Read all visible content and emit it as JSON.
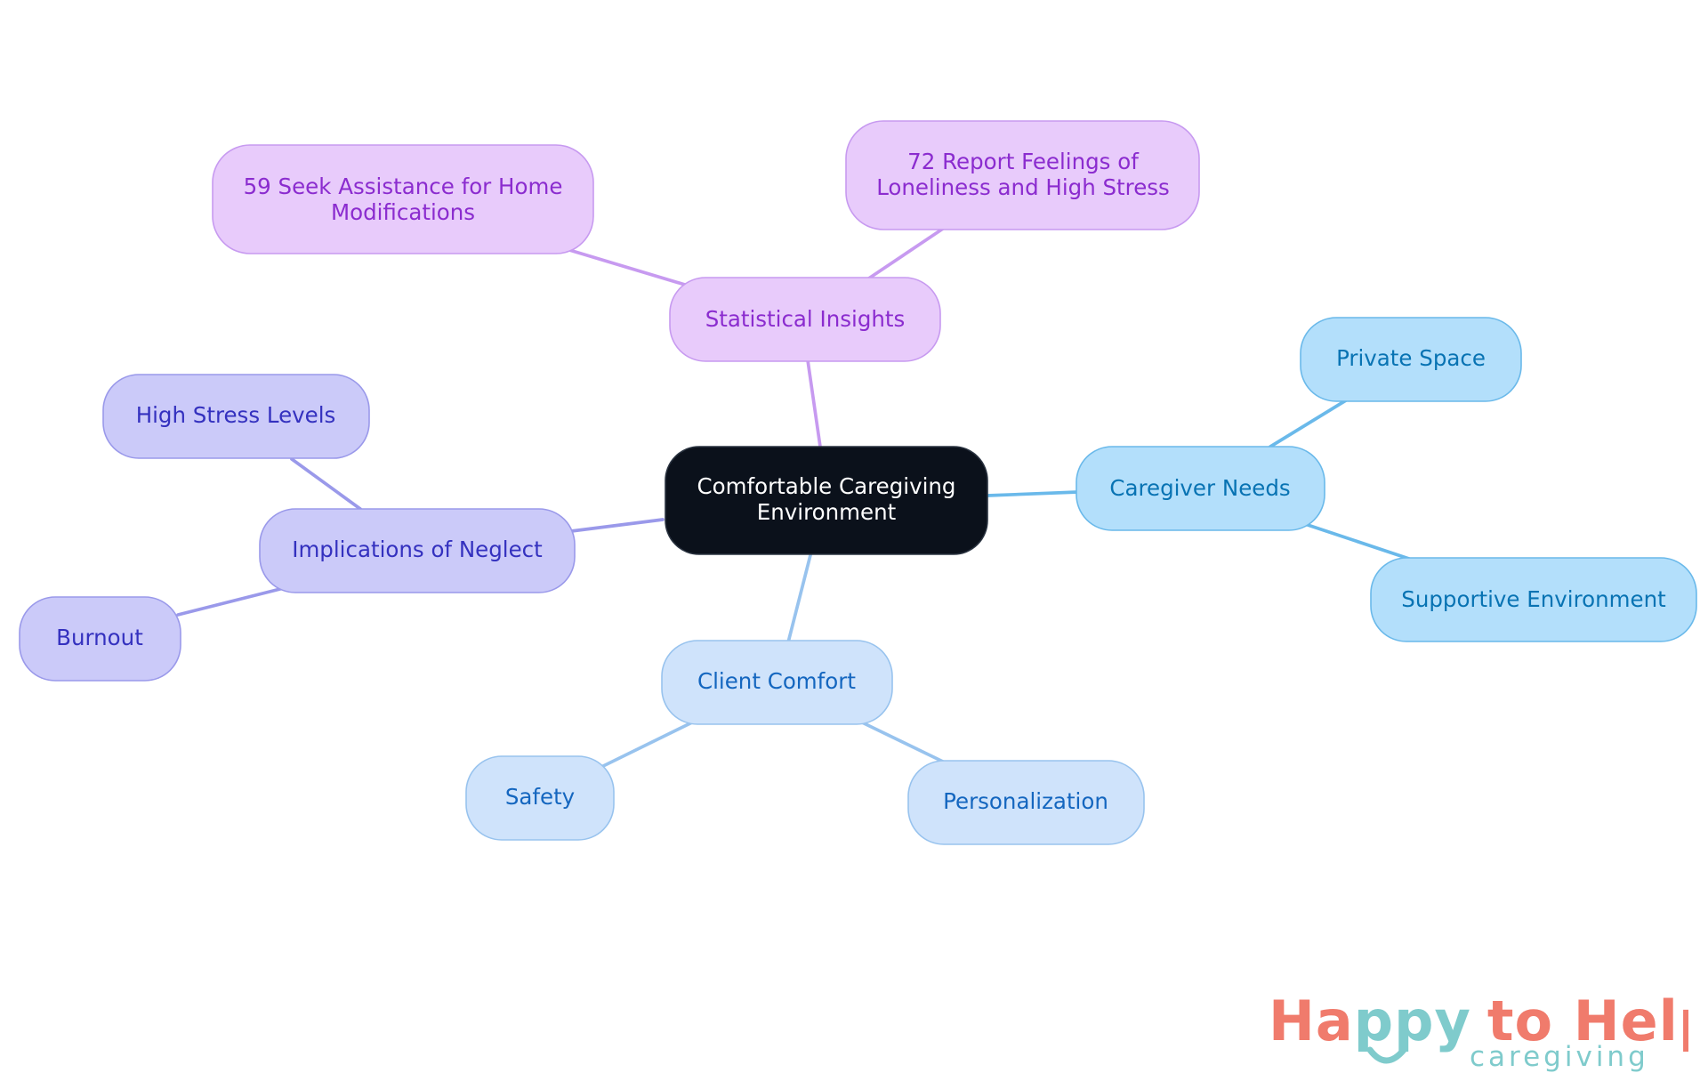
{
  "diagram": {
    "center": {
      "lines": [
        "Comfortable Caregiving",
        "Environment"
      ]
    },
    "statistical_insights": {
      "label": "Statistical Insights",
      "children": [
        {
          "lines": [
            "59 Seek Assistance for Home",
            "Modifications"
          ]
        },
        {
          "lines": [
            "72 Report Feelings of",
            "Loneliness and High Stress"
          ]
        }
      ]
    },
    "caregiver_needs": {
      "label": "Caregiver Needs",
      "children": [
        {
          "lines": [
            "Private Space"
          ]
        },
        {
          "lines": [
            "Supportive Environment"
          ]
        }
      ]
    },
    "client_comfort": {
      "label": "Client Comfort",
      "children": [
        {
          "lines": [
            "Safety"
          ]
        },
        {
          "lines": [
            "Personalization"
          ]
        }
      ]
    },
    "implications_of_neglect": {
      "label": "Implications of Neglect",
      "children": [
        {
          "lines": [
            "High Stress Levels"
          ]
        },
        {
          "lines": [
            "Burnout"
          ]
        }
      ]
    }
  },
  "logo": {
    "main_word_1": "Ha",
    "main_word_2": "ppy",
    "main_word_3": "to Help",
    "sub": "caregiving"
  },
  "colors": {
    "center_fill": "#0b111b",
    "purple_fill": "#e8cbfb",
    "purple_stroke": "#c79af0",
    "purple_text": "#8b2ccf",
    "blue_fill": "#b3dffb",
    "blue_stroke": "#6ab9ea",
    "blue_text": "#0873b3",
    "lightblue_fill": "#cfe3fb",
    "lightblue_stroke": "#98c3ee",
    "lightblue_text": "#1466bf",
    "lavender_fill": "#cbcaf9",
    "lavender_stroke": "#9a99ea",
    "lavender_text": "#3431bf",
    "logo_coral": "#f07b6c",
    "logo_teal": "#7fcbcc"
  }
}
